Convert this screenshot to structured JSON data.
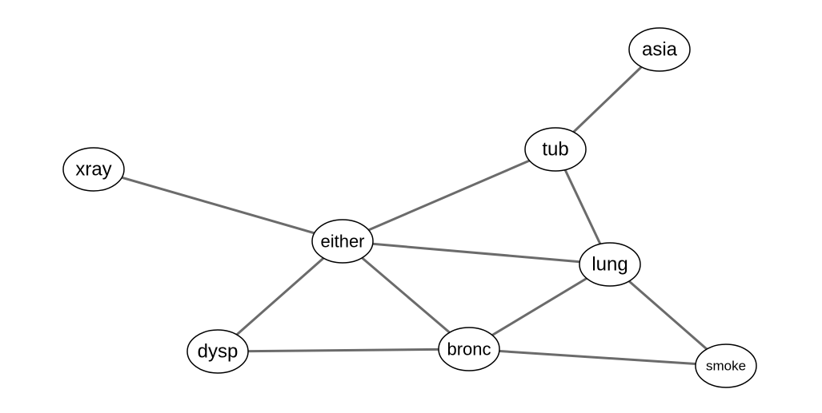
{
  "diagram": {
    "type": "undirected-network",
    "edge_color": "#6b6b6b",
    "node_fill": "#ffffff",
    "node_stroke": "#000000",
    "nodes": [
      {
        "id": "asia",
        "label": "asia"
      },
      {
        "id": "tub",
        "label": "tub"
      },
      {
        "id": "xray",
        "label": "xray"
      },
      {
        "id": "either",
        "label": "either"
      },
      {
        "id": "lung",
        "label": "lung"
      },
      {
        "id": "dysp",
        "label": "dysp"
      },
      {
        "id": "bronc",
        "label": "bronc"
      },
      {
        "id": "smoke",
        "label": "smoke"
      }
    ],
    "edges": [
      {
        "from": "asia",
        "to": "tub"
      },
      {
        "from": "tub",
        "to": "either"
      },
      {
        "from": "tub",
        "to": "lung"
      },
      {
        "from": "xray",
        "to": "either"
      },
      {
        "from": "either",
        "to": "lung"
      },
      {
        "from": "either",
        "to": "dysp"
      },
      {
        "from": "either",
        "to": "bronc"
      },
      {
        "from": "lung",
        "to": "bronc"
      },
      {
        "from": "lung",
        "to": "smoke"
      },
      {
        "from": "dysp",
        "to": "bronc"
      },
      {
        "from": "bronc",
        "to": "smoke"
      }
    ]
  }
}
